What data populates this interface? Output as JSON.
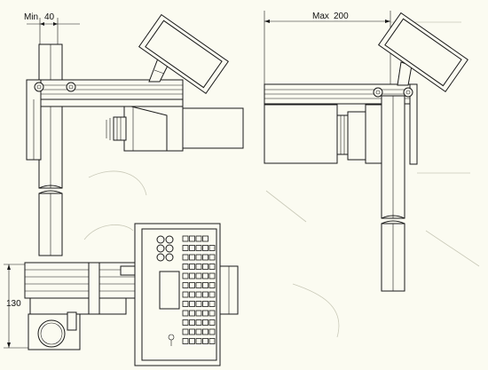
{
  "dimensions": {
    "min_label": "Min",
    "min_value": "40",
    "max_label": "Max",
    "max_value": "200",
    "height_value": "130"
  }
}
